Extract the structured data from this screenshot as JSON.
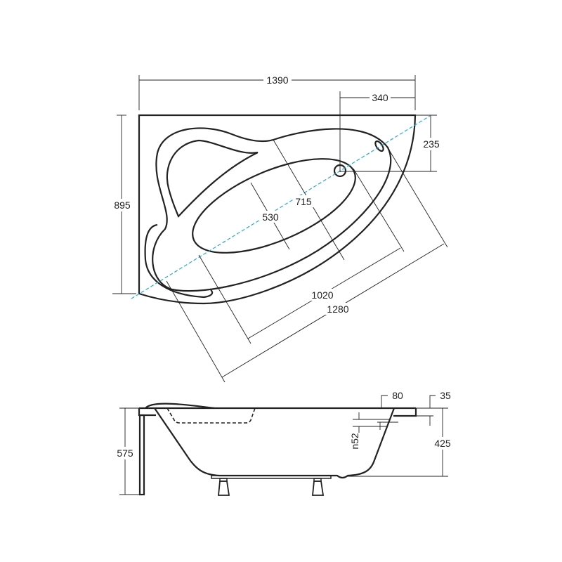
{
  "top_view": {
    "dimensions": {
      "overall_length": "1390",
      "overall_width": "895",
      "drain_from_right": "340",
      "drain_from_top": "235",
      "basin_width": "530",
      "inner_width": "715",
      "basin_length": "1020",
      "inner_length": "1280"
    }
  },
  "side_view": {
    "dimensions": {
      "total_height": "575",
      "tub_depth": "425",
      "rim_width": "80",
      "rim_thickness": "35",
      "overflow": "n52"
    }
  },
  "colors": {
    "outline": "#222222",
    "axis_line": "#29a8d8"
  }
}
